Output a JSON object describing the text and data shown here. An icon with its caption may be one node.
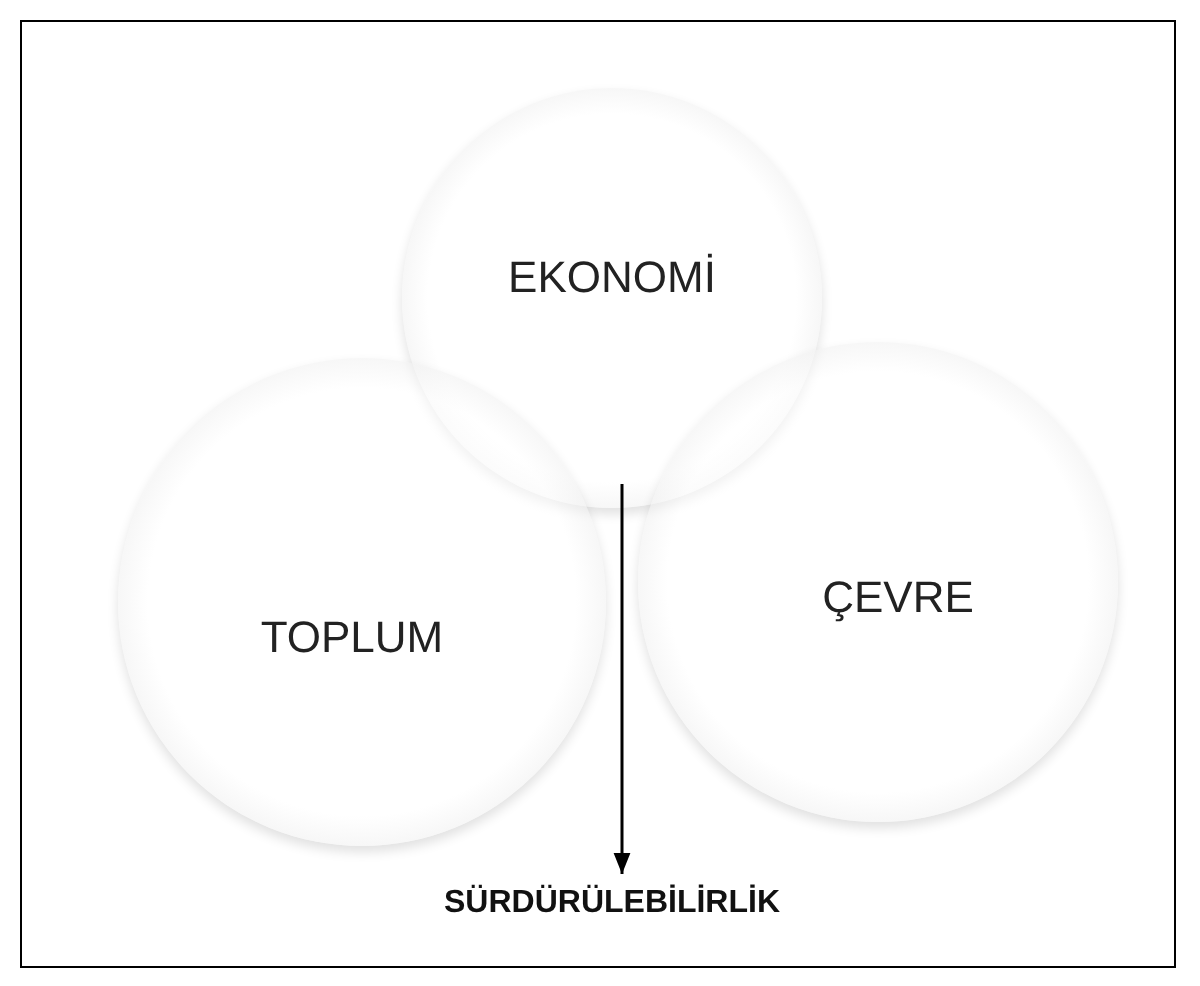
{
  "diagram": {
    "nodes": [
      {
        "text": [
          "EKONOMİ"
        ]
      },
      {
        "text": [
          "TOPLUM"
        ]
      },
      {
        "text": [
          "ÇEVRE"
        ]
      },
      {
        "text": [
          "SÜRDÜRÜLEBİLİRLİK"
        ]
      }
    ],
    "edges": [
      {
        "from": 0,
        "to": 3,
        "arrow": "to"
      }
    ]
  }
}
